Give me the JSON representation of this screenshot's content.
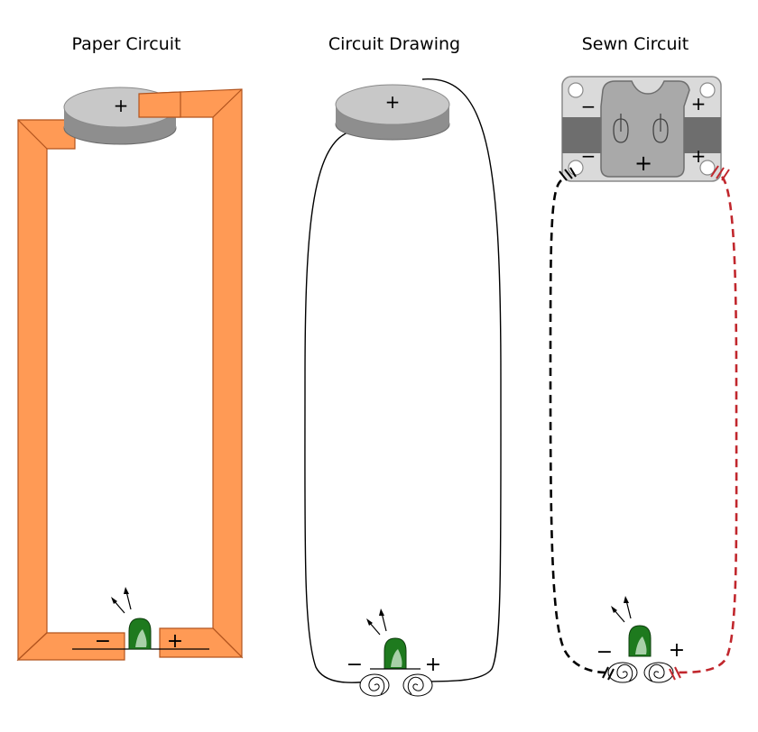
{
  "panels": [
    {
      "title": "Paper Circuit"
    },
    {
      "title": "Circuit Drawing"
    },
    {
      "title": "Sewn Circuit"
    }
  ],
  "symbols": {
    "plus": "+",
    "minus": "−"
  },
  "colors": {
    "copper_tape": "#FF9A55",
    "copper_edge": "#B2541E",
    "battery_face": "#C8C8C8",
    "battery_side": "#8E8E8E",
    "led_green": "#1E7A1E",
    "negative_thread": "#000000",
    "positive_thread": "#C1272D",
    "holder_metal": "#DADADA",
    "holder_dark": "#6E6E6E"
  }
}
